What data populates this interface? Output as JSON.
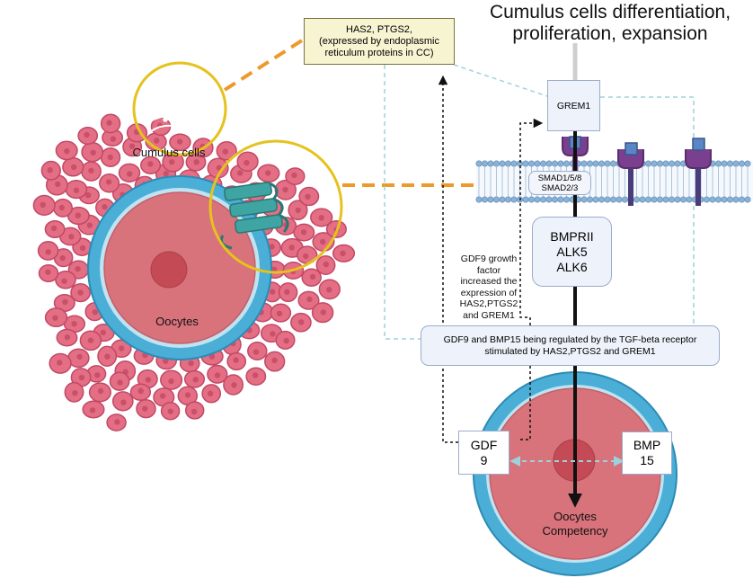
{
  "title": "Cumulus cells differentiation, proliferation, expansion",
  "has2_box": {
    "line1": "HAS2, PTGS2,",
    "line2": "(expressed by endoplasmic",
    "line3": "reticulum proteins in CC)"
  },
  "grem1_label": "GREM1",
  "smad_box": {
    "line1": "SMAD1/5/8",
    "line2": "SMAD2/3"
  },
  "receptor_box": {
    "line1": "BMPRII",
    "line2": "ALK5",
    "line3": "ALK6"
  },
  "gdf9_note": {
    "line1": "GDF9 growth",
    "line2": "factor",
    "line3": "increased the",
    "line4": "expression of",
    "line5": "HAS2,PTGS2",
    "line6": "and GREM1"
  },
  "tgf_box": {
    "line1": "GDF9 and BMP15 being regulated by the TGF-beta receptor",
    "line2": "stimulated by HAS2,PTGS2 and GREM1"
  },
  "gdf9_box": {
    "line1": "GDF",
    "line2": "9"
  },
  "bmp15_box": {
    "line1": "BMP",
    "line2": "15"
  },
  "cumulus_label": "Cumulus cells",
  "oocytes_label": "Oocytes",
  "competency_label": {
    "line1": "Oocytes",
    "line2": "Competency"
  },
  "colors": {
    "cumulus_cell": "#e46f85",
    "cumulus_cell_border": "#c24866",
    "zona_pellucida": "#4aaed6",
    "oocyte": "#d8727b",
    "nucleus": "#c44a55",
    "highlight_circle": "#e5c21e",
    "dashed_connector": "#ec9a2b",
    "membrane": "#8ab1d6",
    "receptor": "#7a3f8f",
    "ligand": "#5b86c6",
    "channel": "#3ea5a2",
    "arrow": "#111111"
  },
  "icons": [
    "endoplasmic-reticulum-icon",
    "membrane-channel-icon",
    "receptor-icon",
    "ligand-icon"
  ]
}
